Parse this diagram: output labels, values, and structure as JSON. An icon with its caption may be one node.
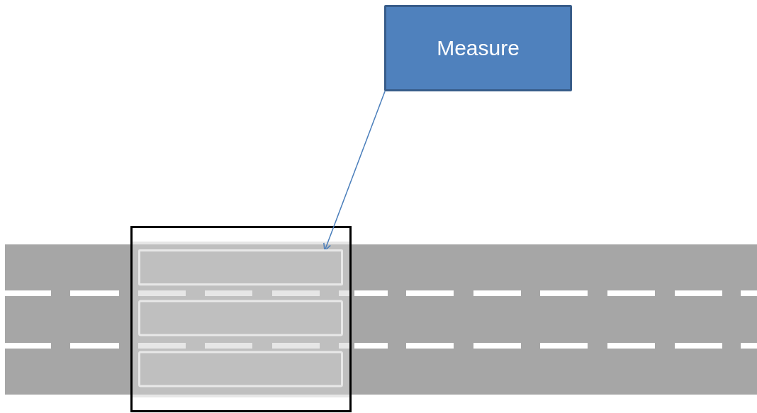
{
  "diagram": {
    "nodes": [
      {
        "text": [
          "Measure"
        ]
      },
      {
        "text": [],
        "shape": "box"
      }
    ],
    "edges": [
      {
        "from": 0,
        "to": 1,
        "arrow": "to"
      }
    ]
  }
}
